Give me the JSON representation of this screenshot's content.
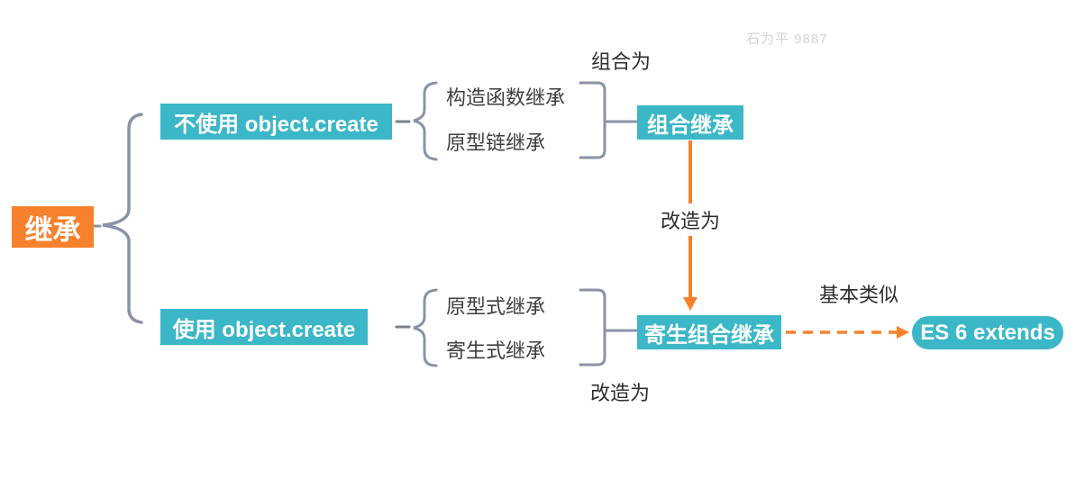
{
  "watermark": "石为平 9887",
  "colors": {
    "node_teal": "#3bb7c7",
    "accent_orange": "#f8812d",
    "connector_gray": "#8a93a6",
    "leaf_text": "#3f3f3f",
    "label_text": "#2e2e2e",
    "watermark_gray": "#d3d3d3"
  },
  "root": {
    "label": "继承"
  },
  "branch_top": {
    "label": "不使用 object.create",
    "children": [
      "构造函数继承",
      "原型链继承"
    ],
    "edge_label": "组合为",
    "result": "组合继承"
  },
  "branch_bottom": {
    "label": "使用 object.create",
    "children": [
      "原型式继承",
      "寄生式继承"
    ],
    "edge_label": "改造为",
    "result": "寄生组合继承"
  },
  "transform_edge": {
    "label": "改造为"
  },
  "similar_edge": {
    "label": "基本类似"
  },
  "es6": {
    "label": "ES 6 extends"
  }
}
